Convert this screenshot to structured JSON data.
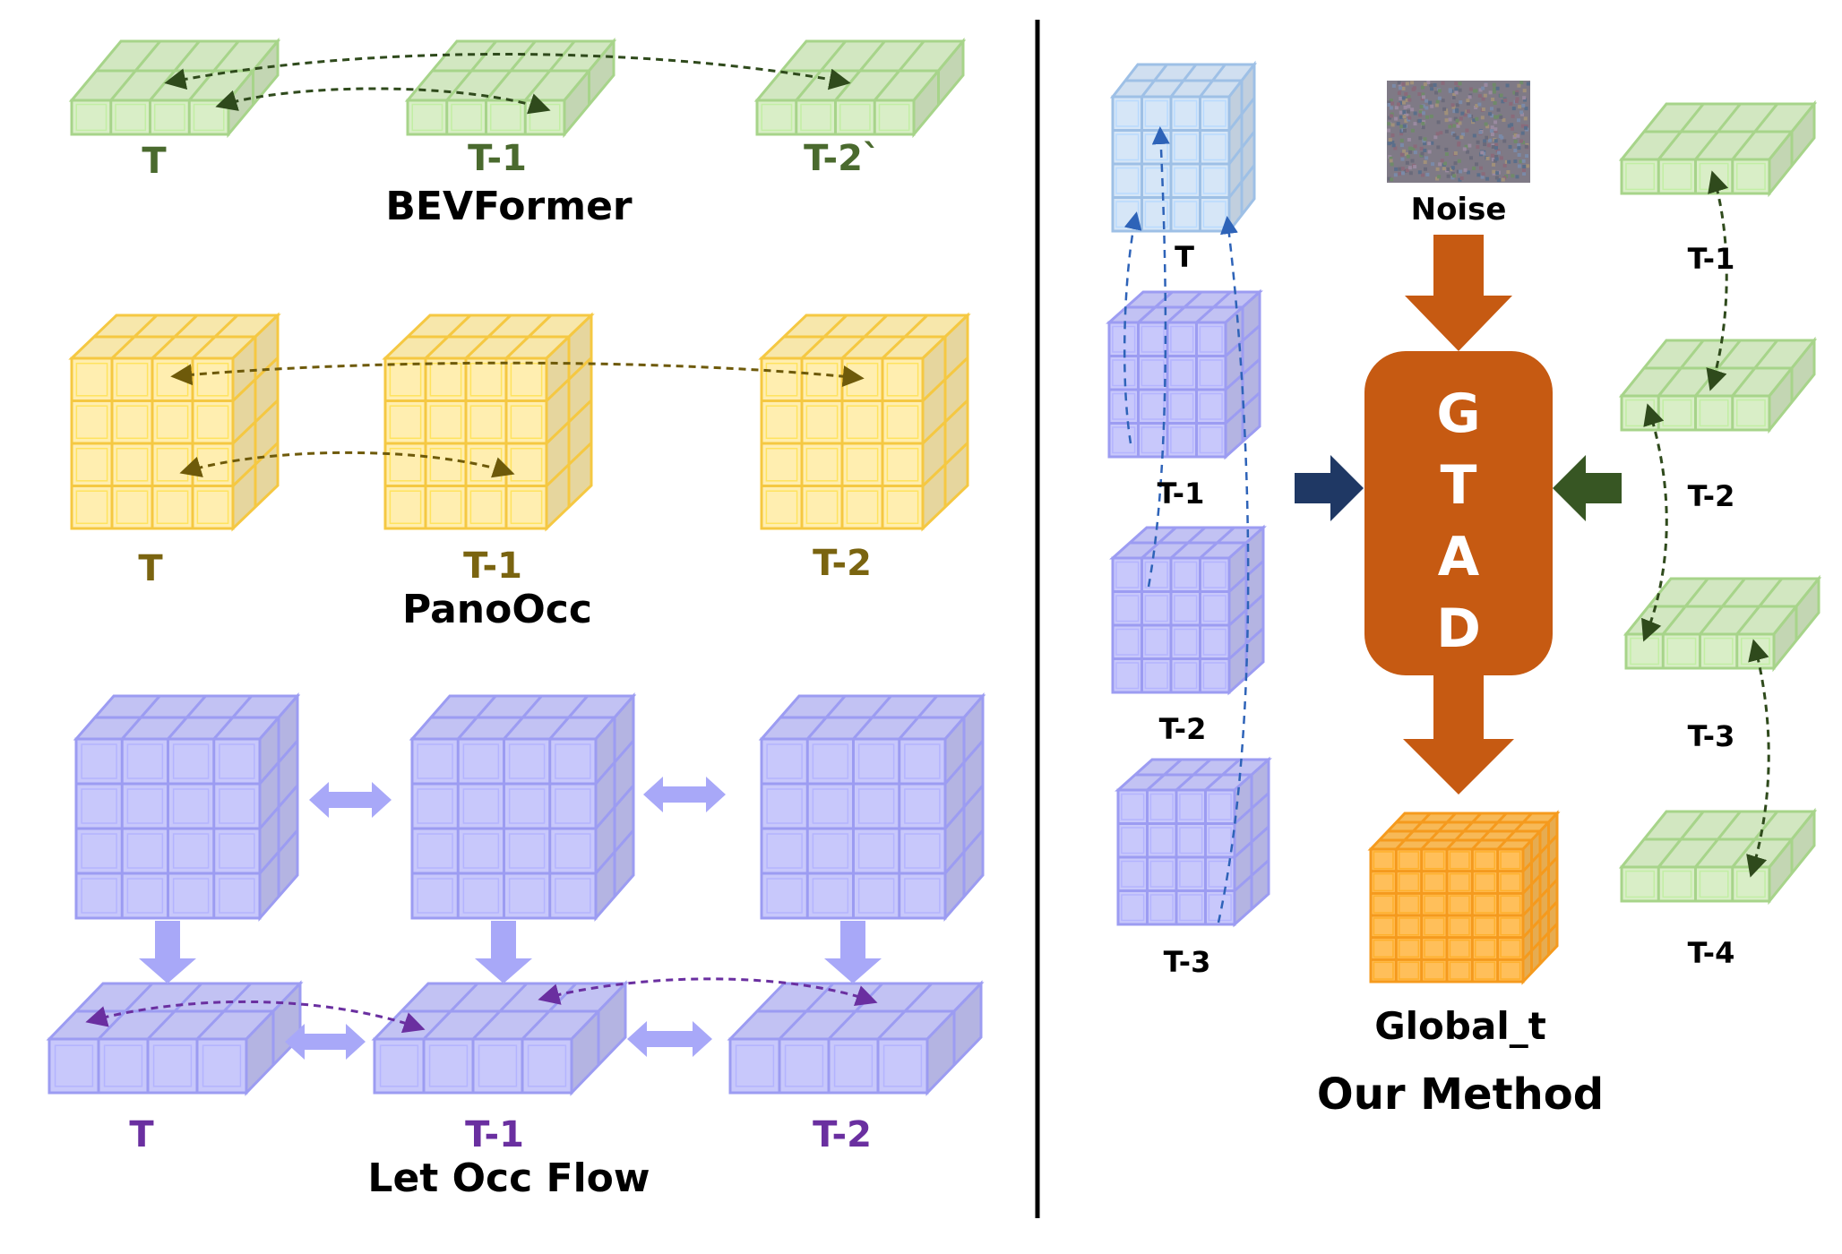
{
  "left": {
    "bevformer": {
      "title": "BEVFormer",
      "labels": [
        "T",
        "T-1",
        "T-2`"
      ],
      "face_color": "#d9eec7",
      "edge_color": "#a7d48a",
      "text_color": "#4a6a2e",
      "arrow_color": "#2f4a1c"
    },
    "panoocc": {
      "title": "PanoOcc",
      "labels": [
        "T",
        "T-1",
        "T-2"
      ],
      "face_color": "#ffeeb0",
      "edge_color": "#f5c842",
      "text_color": "#7a6410",
      "arrow_color": "#6e5a0a"
    },
    "letoccflow": {
      "title": "Let Occ Flow",
      "labels": [
        "T",
        "T-1",
        "T-2"
      ],
      "face_color": "#c8c8fb",
      "edge_color": "#9c9cf2",
      "text_color": "#6a2fa0",
      "arrow_color": "#6a2fa0"
    }
  },
  "right": {
    "title": "Our Method",
    "noise_label": "Noise",
    "gtad_letters": [
      "G",
      "T",
      "A",
      "D"
    ],
    "global_label": "Global_t",
    "orange_color": "#c65a12",
    "output_face": "#ffbf5a",
    "output_edge": "#f59a1d",
    "blue_stack_labels": [
      "T",
      "T-1",
      "T-2",
      "T-3"
    ],
    "current_face": "#d6e6f7",
    "current_edge": "#9ec0e6",
    "blue_arrow_color": "#2e63b8",
    "left_input_arrow_color": "#1f3864",
    "right_input_arrow_color": "#375623",
    "green_stack_labels": [
      "T-1",
      "T-2",
      "T-3",
      "T-4"
    ]
  }
}
